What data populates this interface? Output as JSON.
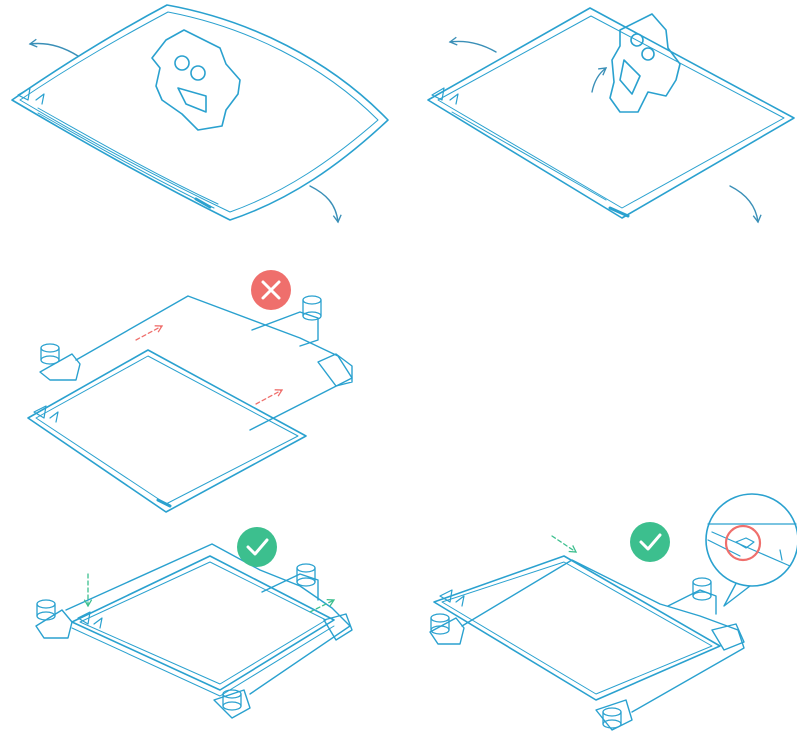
{
  "colors": {
    "line": "#2aa1cf",
    "arrow": "#3a8fb7",
    "bad": "#ef6f6c",
    "good": "#3cbf8e",
    "bad_arrow": "#ef6f6c",
    "good_arrow": "#3cbf8e"
  },
  "panels": [
    {
      "id": "flex-plate",
      "status": "neutral"
    },
    {
      "id": "peel-model",
      "status": "neutral"
    },
    {
      "id": "misaligned-placement",
      "status": "wrong",
      "icon": "cross-icon"
    },
    {
      "id": "aligned-placement",
      "status": "correct",
      "icon": "check-icon"
    },
    {
      "id": "aligned-detail-pin",
      "status": "correct",
      "icon": "check-icon"
    }
  ]
}
